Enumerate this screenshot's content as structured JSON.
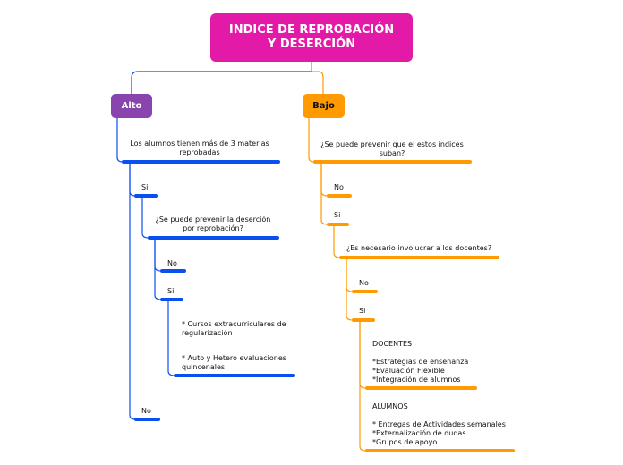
{
  "root": {
    "title": "INDICE DE REPROBACIÓN\nY DESERCIÓN"
  },
  "alto": {
    "label": "Alto",
    "question": "Los alumnos tienen más de 3 materias\nreprobadas",
    "si": "Si",
    "sub_question": "¿Se puede prevenir la deserción\npor reprobación?",
    "sub_no": "No",
    "sub_si": "Si",
    "action_1": "* Cursos extracurriculares de\nregularización",
    "action_2": "* Auto y Hetero evaluaciones\nquincenales",
    "no": "No"
  },
  "bajo": {
    "label": "Bajo",
    "question": "¿Se puede prevenir que el estos índices\nsuban?",
    "no": "No",
    "si": "Si",
    "sub_question": "¿Es necesario involucrar a los docentes?",
    "sub_no": "No",
    "sub_si": "Si",
    "docentes": "DOCENTES\n\n*Estrategias de enseñanza\n*Evaluación Flexible\n*Integración de alumnos",
    "alumnos": "ALUMNOS\n\n* Entregas de Actividades semanales\n*Externalización de dudas\n*Grupos de apoyo"
  },
  "colors": {
    "root": "#e21aa7",
    "alto": "#8a44ad",
    "blue": "#0a4ff0",
    "bajo": "#ff9a00"
  }
}
